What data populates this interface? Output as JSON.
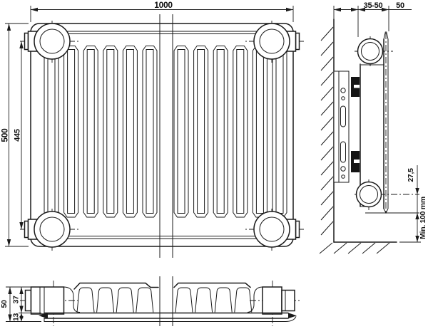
{
  "front_view": {
    "width": "1000",
    "height": "500",
    "hub_distance": "445"
  },
  "side_view": {
    "wall_distance": "35-50",
    "depth": "50",
    "pipe_offset": "27,5",
    "floor_clearance": "Min. 100 mm"
  },
  "bottom_view": {
    "total_depth": "50",
    "panel_depth": "37",
    "bottom_gap": "13"
  },
  "colors": {
    "line": "#1a1a1a",
    "background": "#ffffff"
  }
}
